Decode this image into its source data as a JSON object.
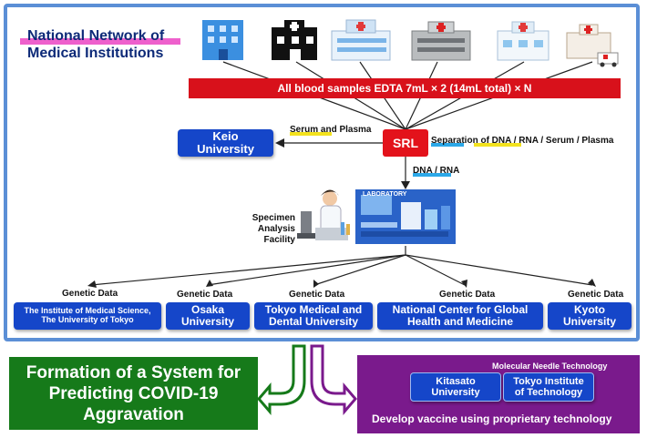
{
  "header": {
    "title_line1": "National Network of",
    "title_line2": "Medical Institutions"
  },
  "icons": [
    "hospital-blue-icon",
    "hospital-black-icon",
    "hospital-white-icon",
    "hospital-gray-icon",
    "hospital-light-icon",
    "hospital-ambulance-icon"
  ],
  "red_bar": "All blood samples EDTA 7mL × 2 (14mL total) × N",
  "srl": "SRL",
  "keio": {
    "line1": "Keio",
    "line2": "University"
  },
  "labels": {
    "serum_plasma": "Serum and Plasma",
    "separation": "Separation of DNA / RNA / Serum / Plasma",
    "dna_rna": "DNA / RNA",
    "facility_line1": "Specimen",
    "facility_line2": "Analysis",
    "facility_line3": "Facility",
    "laboratory": "LABORATORY"
  },
  "genetic_data": "Genetic Data",
  "institutions": [
    {
      "line1": "The Institute of Medical Science,",
      "line2": "The University of Tokyo"
    },
    {
      "line1": "Osaka",
      "line2": "University"
    },
    {
      "line1": "Tokyo Medical and",
      "line2": "Dental University"
    },
    {
      "line1": "National Center for Global",
      "line2": "Health and Medicine"
    },
    {
      "line1": "Kyoto",
      "line2": "University"
    }
  ],
  "formation": {
    "line1": "Formation of a System for",
    "line2": "Predicting COVID-19",
    "line3": "Aggravation"
  },
  "vaccine": {
    "needle": "Molecular Needle Technology",
    "kitasato": {
      "line1": "Kitasato",
      "line2": "University"
    },
    "tokyo_tech": {
      "line1": "Tokyo Institute",
      "line2": "of Technology"
    },
    "develop": "Develop vaccine using proprietary technology"
  },
  "colors": {
    "frame": "#5b8fd6",
    "blue_box": "#1546c9",
    "red": "#d8111b",
    "green": "#167a1a",
    "purple": "#7a1a8c"
  }
}
